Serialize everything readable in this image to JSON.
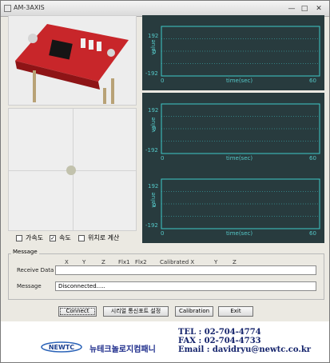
{
  "window": {
    "title": "AM-3AXIS"
  },
  "controls": {
    "minimize": "—",
    "maximize": "□",
    "close": "✕"
  },
  "options": [
    {
      "label": "가속도",
      "checked": false
    },
    {
      "label": "속도",
      "checked": true
    },
    {
      "label": "위치로 계산",
      "checked": false
    }
  ],
  "chart_data": [
    {
      "type": "line",
      "xlabel": "time(sec)",
      "ylabel": "value",
      "xlim": [
        0,
        60
      ],
      "ylim": [
        -192,
        192
      ],
      "yticks": [
        "192",
        "0",
        "-192"
      ],
      "xticks": [
        "0",
        "60"
      ],
      "series": []
    },
    {
      "type": "line",
      "xlabel": "time(sec)",
      "ylabel": "value",
      "xlim": [
        0,
        60
      ],
      "ylim": [
        -192,
        192
      ],
      "yticks": [
        "192",
        "0",
        "-192"
      ],
      "xticks": [
        "0",
        "60"
      ],
      "series": []
    },
    {
      "type": "line",
      "xlabel": "time(sec)",
      "ylabel": "value",
      "xlim": [
        0,
        60
      ],
      "ylim": [
        -192,
        192
      ],
      "yticks": [
        "192",
        "0",
        "-192"
      ],
      "xticks": [
        "0",
        "60"
      ],
      "series": []
    }
  ],
  "message_group": {
    "title": "Message",
    "columns": [
      "X",
      "Y",
      "Z",
      "Flx1",
      "Flx2",
      "Calibrated X",
      "Y",
      "Z"
    ],
    "receive_label": "Receive Data",
    "receive_value": "",
    "message_label": "Message",
    "message_value": "Disconnected....."
  },
  "buttons": {
    "connect": "Connect",
    "serial": "시리얼 통신포트 설정",
    "calibration": "Calibration",
    "exit": "Exit"
  },
  "footer": {
    "logo_text": "NEWTC",
    "company": "뉴테크놀로지컴패니",
    "tel": "TEL : 02-704-4774",
    "fax": "FAX : 02-704-4733",
    "email": "Email : davidryu@newtc.co.kr"
  },
  "colors": {
    "chart_bg": "#283b3e",
    "chart_line": "#3ec8c8",
    "footer_text": "#13226b"
  }
}
